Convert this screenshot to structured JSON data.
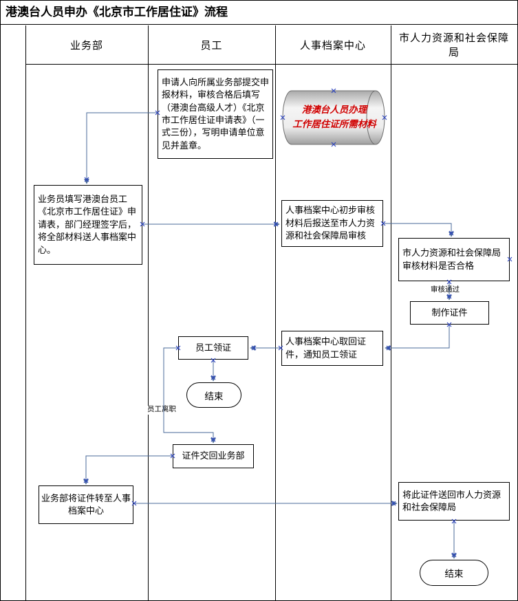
{
  "title": "港澳台人员申办《北京市工作居住证》流程",
  "lanes": [
    {
      "label": "业务部"
    },
    {
      "label": "员工"
    },
    {
      "label": "人事档案中心"
    },
    {
      "label": "市人力资源和社会保障局"
    }
  ],
  "nodes": {
    "apply_info": {
      "label": "申请人向所属业务部提交申报材料，审核合格后填写（港澳台高级人才）《北京市工作居住证申请表》（一式三份），写明申请单位意见并盖章。"
    },
    "materials_cylinder": {
      "line1": "港澳台人员办理",
      "line2": "工作居住证所需材料"
    },
    "fill_form": {
      "label": "业务员填写港澳台员工《北京市工作居住证》申请表，部门经理签字后，将全部材料送人事档案中心。"
    },
    "archive_review": {
      "label": "人事档案中心初步审核材料后报送至市人力资源和社会保障局审核"
    },
    "bureau_review": {
      "label": "市人力资源和社会保障局审核材料是否合格"
    },
    "make_cert": {
      "label": "制作证件"
    },
    "archive_retrieve": {
      "label": "人事档案中心取回证件，通知员工领证"
    },
    "employee_receive": {
      "label": "员工领证"
    },
    "end_1": {
      "label": "结束"
    },
    "return_cert": {
      "label": "证件交回业务部"
    },
    "dept_transfer": {
      "label": "业务部将证件转至人事档案中心"
    },
    "send_back": {
      "label": "将此证件送回市人力资源和社会保障局"
    },
    "end_2": {
      "label": "结束"
    }
  },
  "edge_labels": {
    "review_pass": "审核通过",
    "employee_leave": "员工离职"
  },
  "colors": {
    "connector": "#4a6a99",
    "cross": "#2f46c0",
    "cylinder_text": "#d00000"
  }
}
